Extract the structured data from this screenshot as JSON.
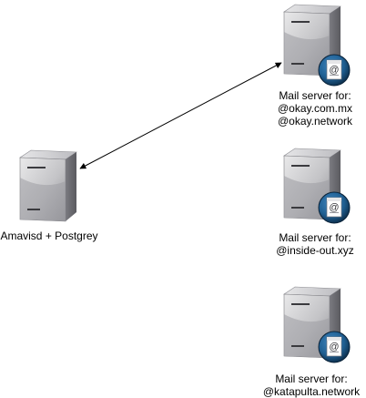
{
  "diagram": {
    "nodes": [
      {
        "id": "amavisd",
        "icon": "server-icon",
        "label_lines": [
          "Amavisd + Postgrey"
        ]
      },
      {
        "id": "mail-okay",
        "icon": "mail-server-icon",
        "label_lines": [
          "Mail server for:",
          "@okay.com.mx",
          "@okay.network"
        ]
      },
      {
        "id": "mail-inside-out",
        "icon": "mail-server-icon",
        "label_lines": [
          "Mail server for:",
          "@inside-out.xyz"
        ]
      },
      {
        "id": "mail-katapulta",
        "icon": "mail-server-icon",
        "label_lines": [
          "Mail server for:",
          "@katapulta.network"
        ]
      }
    ],
    "edges": [
      {
        "from": "amavisd",
        "to": "mail-okay",
        "direction": "bidirectional"
      }
    ],
    "colors": {
      "server_light": "#d8d8d8",
      "server_mid": "#a9a9ad",
      "server_dark": "#6f6f74",
      "badge_blue": "#1f5f92",
      "badge_navy": "#0b2a45",
      "edge": "#000000",
      "text": "#000000"
    }
  }
}
